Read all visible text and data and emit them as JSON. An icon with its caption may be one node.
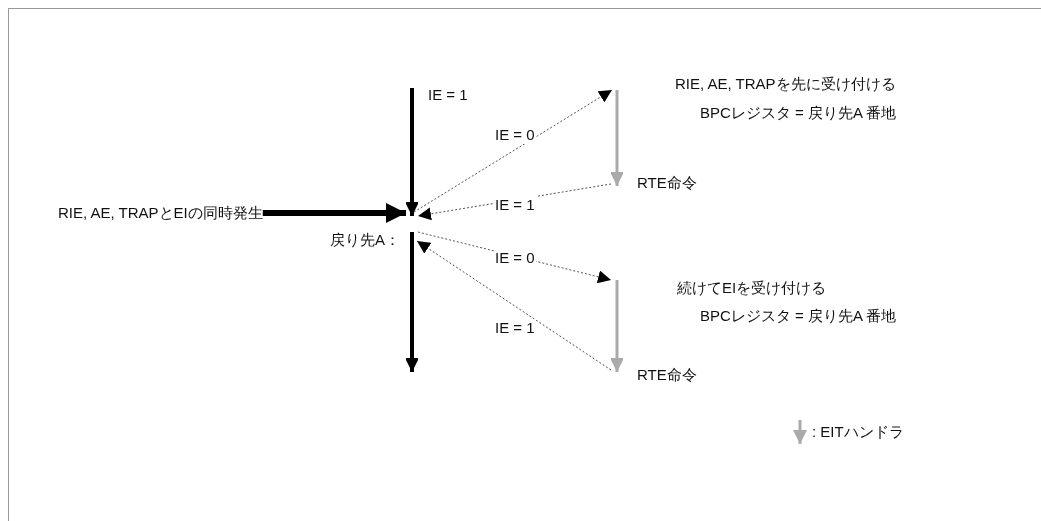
{
  "diagram": {
    "nodes": [
      {
        "text": [],
        "shape": "bar",
        "beside": [
          "IE = 1"
        ]
      },
      {
        "text": [],
        "shape": "bar",
        "beside": [
          "戻り先A："
        ]
      },
      {
        "text": [],
        "shape": "bar",
        "beside": [
          "RIE, AE, TRAPを先に受け付ける",
          "BPCレジスタ = 戻り先A 番地",
          "RTE命令"
        ]
      },
      {
        "text": [],
        "shape": "bar",
        "beside": [
          "続けてEIを受け付ける",
          "BPCレジスタ = 戻り先A 番地",
          "RTE命令"
        ]
      },
      {
        "text": [
          "RIE, AE, TRAPとEIの同時発生"
        ]
      }
    ],
    "edges": [
      {
        "from": 4,
        "to": 0,
        "arrow": "to",
        "style": "thick"
      },
      {
        "from": 0,
        "to": 2,
        "arrow": "to",
        "label": "IE = 0",
        "style": "dashed",
        "color": "#555555"
      },
      {
        "from": 2,
        "to": 0,
        "arrow": "to",
        "label": "IE = 1",
        "style": "dashed",
        "color": "#555555"
      },
      {
        "from": 1,
        "to": 3,
        "arrow": "to",
        "label": "IE = 0",
        "style": "dashed",
        "color": "#555555"
      },
      {
        "from": 3,
        "to": 1,
        "arrow": "to",
        "label": "IE = 1",
        "style": "dashed",
        "color": "#555555"
      }
    ],
    "legend": [
      {
        "text": ": EITハンドラ"
      }
    ]
  }
}
